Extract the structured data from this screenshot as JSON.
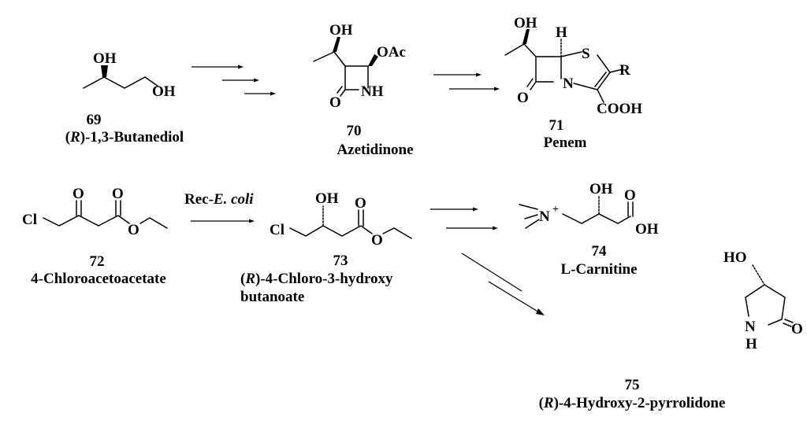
{
  "compounds": [
    {
      "number": "69",
      "prefix": "(",
      "stereo": "R",
      "suffix": ")-1,3-Butanediol"
    },
    {
      "number": "70",
      "name": "Azetidinone"
    },
    {
      "number": "71",
      "name": "Penem"
    },
    {
      "number": "72",
      "name": "4-Chloroacetoacetate"
    },
    {
      "number": "73",
      "prefix": "(",
      "stereo": "R",
      "suffix": ")-4-Chloro-3-hydroxy",
      "line2": "butanoate"
    },
    {
      "number": "74",
      "name": "L-Carnitine"
    },
    {
      "number": "75",
      "prefix": "(",
      "stereo": "R",
      "suffix": ")-4-Hydroxy-2-pyrrolidone"
    }
  ],
  "reagent": {
    "prefix": "Rec-",
    "organism": "E. coli"
  },
  "atoms": {
    "oh": "OH",
    "ho": "HO",
    "oac": "OAc",
    "o": "O",
    "nh": "NH",
    "n": "N",
    "h": "H",
    "s": "S",
    "r": "R",
    "cooh": "COOH",
    "cl": "Cl",
    "plus": "+"
  }
}
